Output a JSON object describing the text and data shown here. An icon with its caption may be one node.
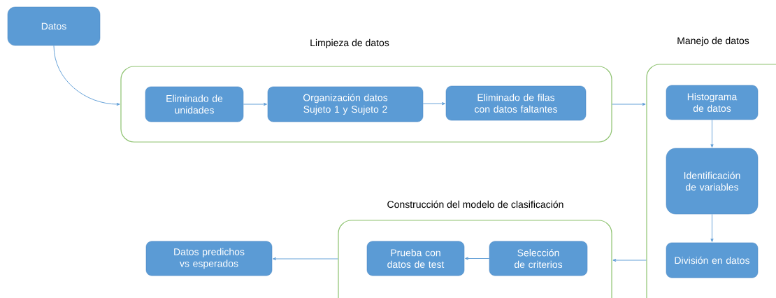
{
  "diagram": {
    "nodes": [
      {
        "text": [
          "Datos"
        ]
      },
      {
        "text": [
          "Limpieza de datos"
        ]
      },
      {
        "text": [
          "Eliminado de unidades"
        ],
        "in": 1
      },
      {
        "text": [
          "Organización datos Sujeto 1 y Sujeto 2"
        ],
        "in": 1
      },
      {
        "text": [
          "Eliminado de filas con datos faltantes"
        ],
        "in": 1
      },
      {
        "text": [
          "Manejo de datos"
        ]
      },
      {
        "text": [
          "Histograma de datos"
        ],
        "in": 5
      },
      {
        "text": [
          "Identificación de variables"
        ],
        "in": 5
      },
      {
        "text": [
          "División en datos"
        ],
        "in": 5
      },
      {
        "text": [
          "Construcción del modelo de clasificación"
        ]
      },
      {
        "text": [
          "Prueba con datos de test"
        ],
        "in": 9
      },
      {
        "text": [
          "Selección de criterios"
        ],
        "in": 9
      },
      {
        "text": [
          "Datos predichos vs esperados"
        ]
      }
    ],
    "edges": [
      {
        "from": 0,
        "to": 1,
        "arrow": "to"
      },
      {
        "from": 2,
        "to": 3,
        "arrow": "to"
      },
      {
        "from": 3,
        "to": 4,
        "arrow": "to"
      },
      {
        "from": 1,
        "to": 5,
        "arrow": "to"
      },
      {
        "from": 6,
        "to": 7,
        "arrow": "to"
      },
      {
        "from": 7,
        "to": 8,
        "arrow": "to"
      },
      {
        "from": 5,
        "to": 9,
        "arrow": "to"
      },
      {
        "from": 11,
        "to": 10,
        "arrow": "to"
      },
      {
        "from": 9,
        "to": 12,
        "arrow": "to"
      }
    ]
  }
}
